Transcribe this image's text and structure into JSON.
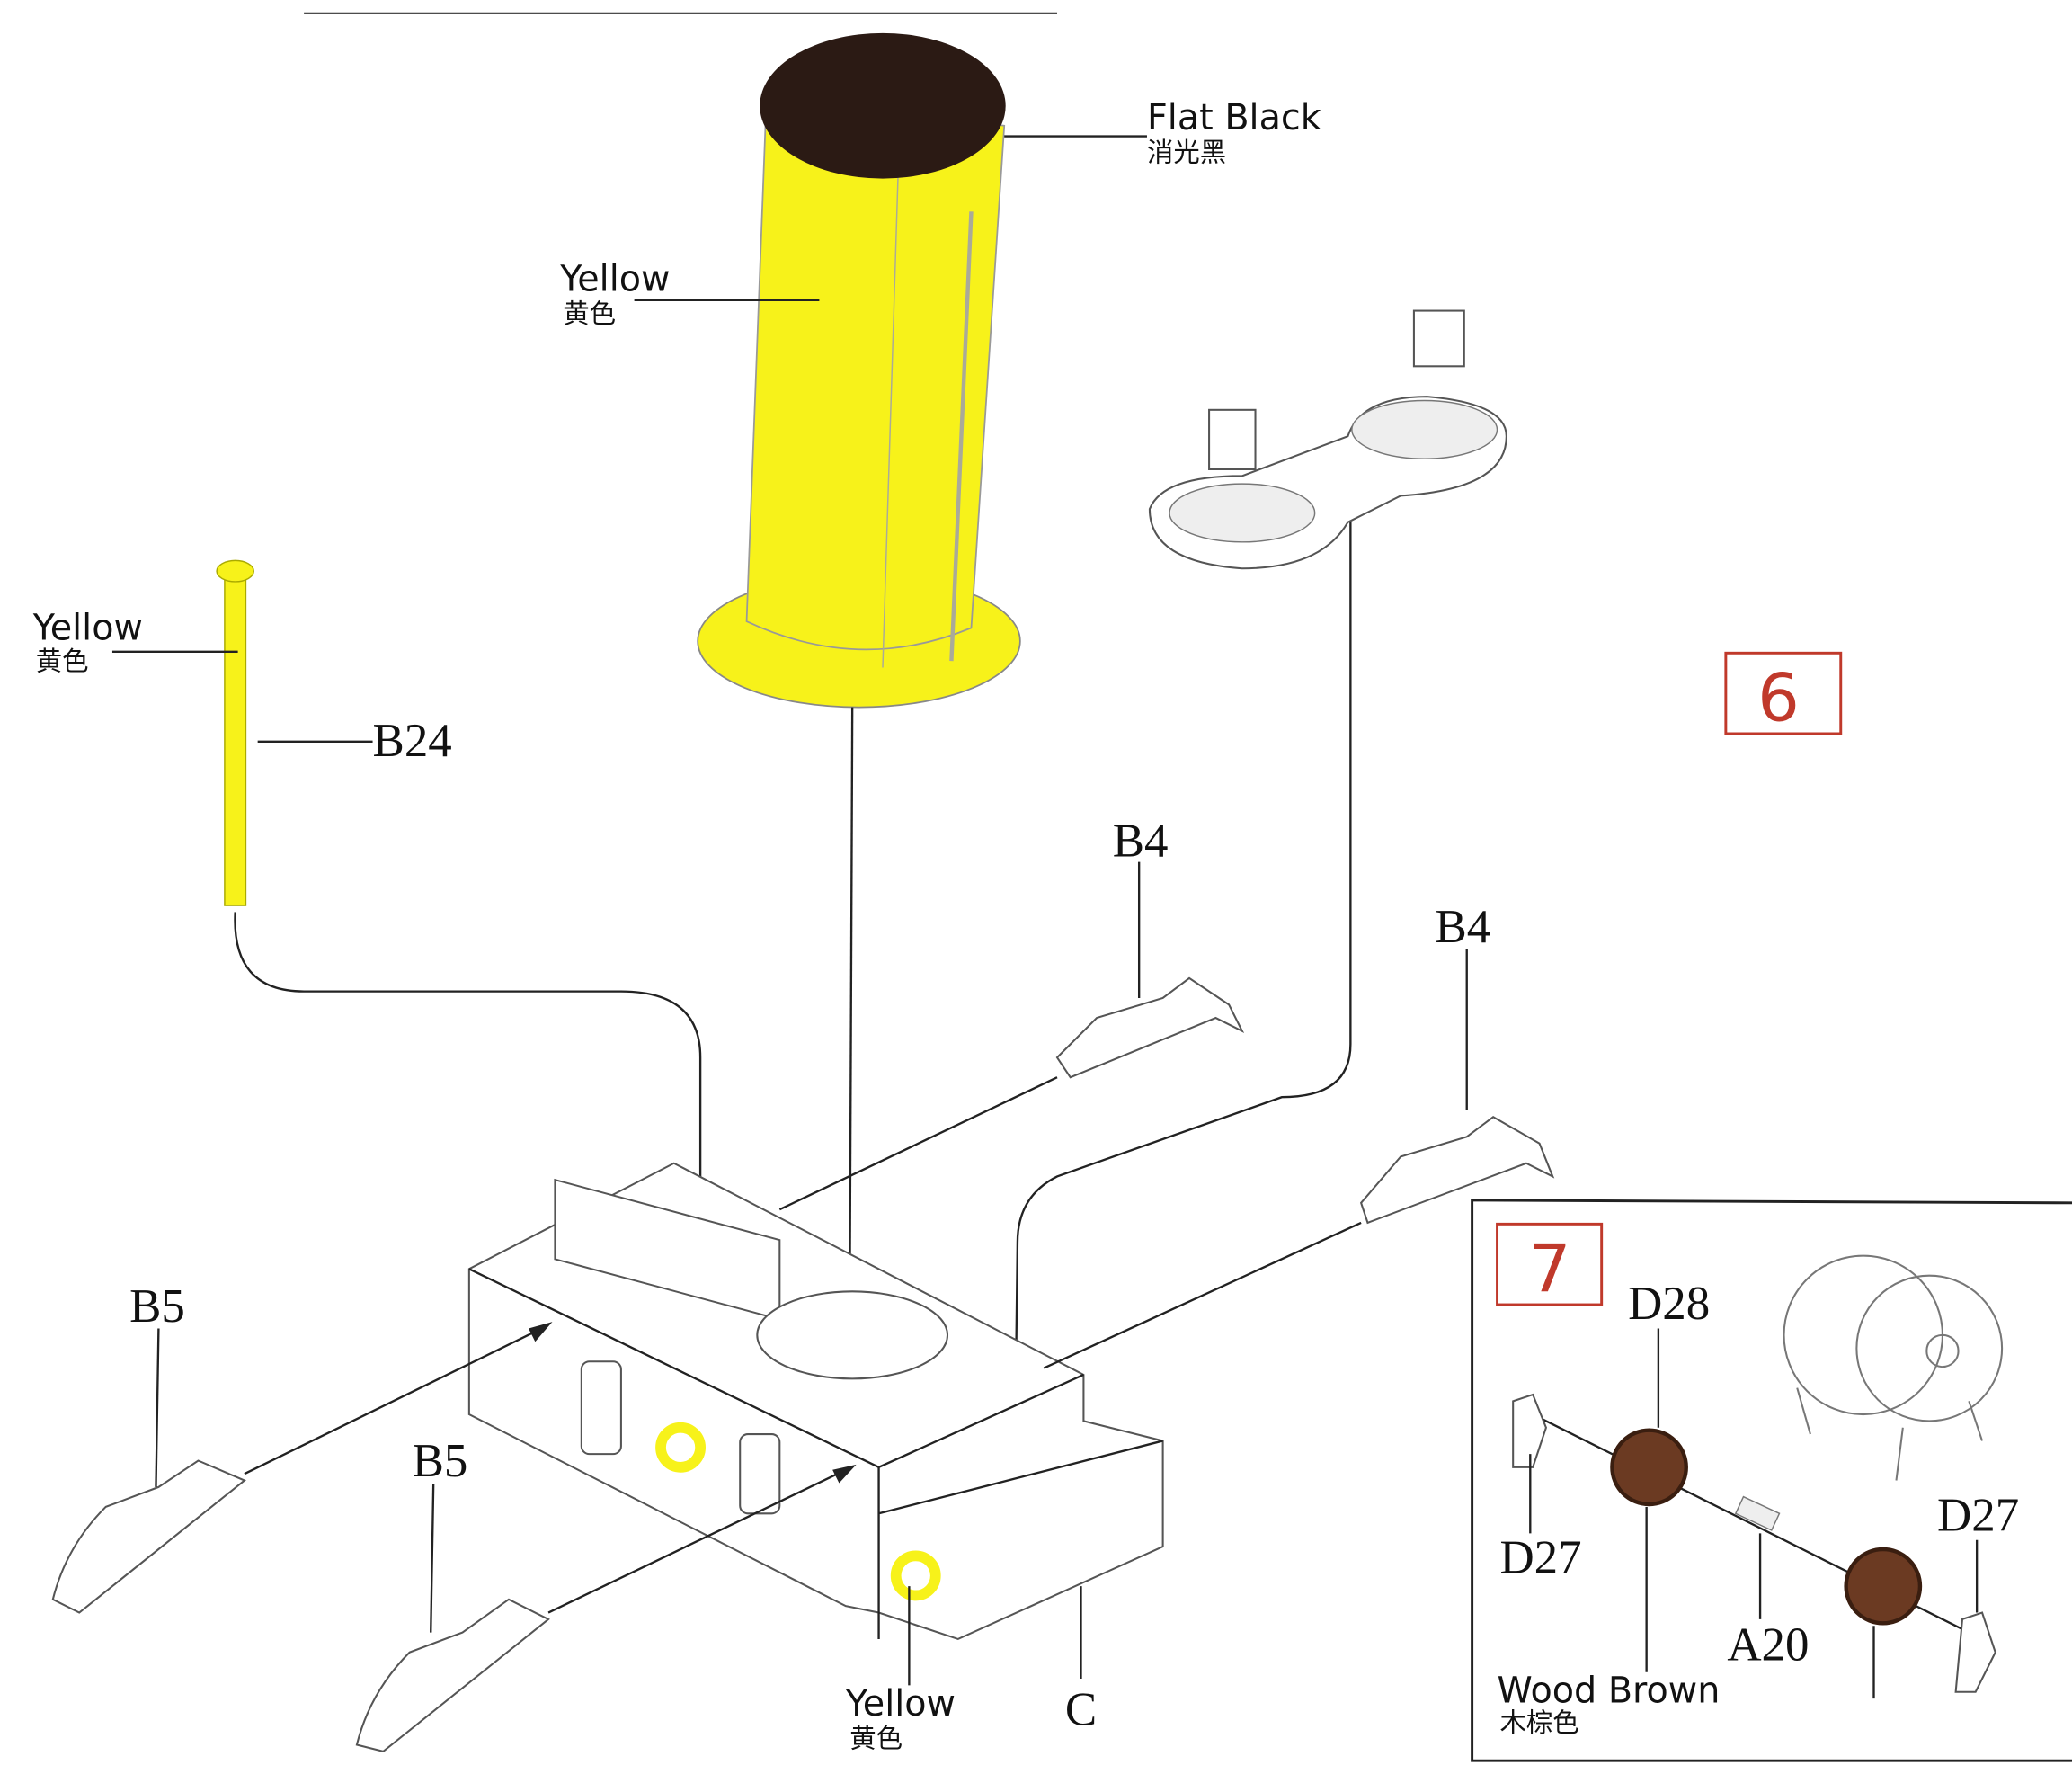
{
  "colors": {
    "yellow": "#f7f21a",
    "flat_black": "#2b1a14",
    "wood_brown": "#6b3a22",
    "step_red": "#c0392b"
  },
  "steps": {
    "step6": "6",
    "step7": "7"
  },
  "funnel": {
    "top_label": "Flat Black",
    "top_label_cn": "消光黑",
    "body_label": "Yellow",
    "body_label_cn": "黄色"
  },
  "mast": {
    "label": "Yellow",
    "label_cn": "黄色",
    "part": "B24"
  },
  "parts": {
    "b4_upper": "B4",
    "b4_right": "B4",
    "b5_left": "B5",
    "b5_middle": "B5",
    "c": "C"
  },
  "lifebuoy": {
    "label": "Yellow",
    "label_cn": "黄色"
  },
  "step7": {
    "d28": "D28",
    "d27_left": "D27",
    "d27_right": "D27",
    "a20": "A20",
    "wheel_label": "Wood Brown",
    "wheel_label_cn": "木棕色"
  }
}
